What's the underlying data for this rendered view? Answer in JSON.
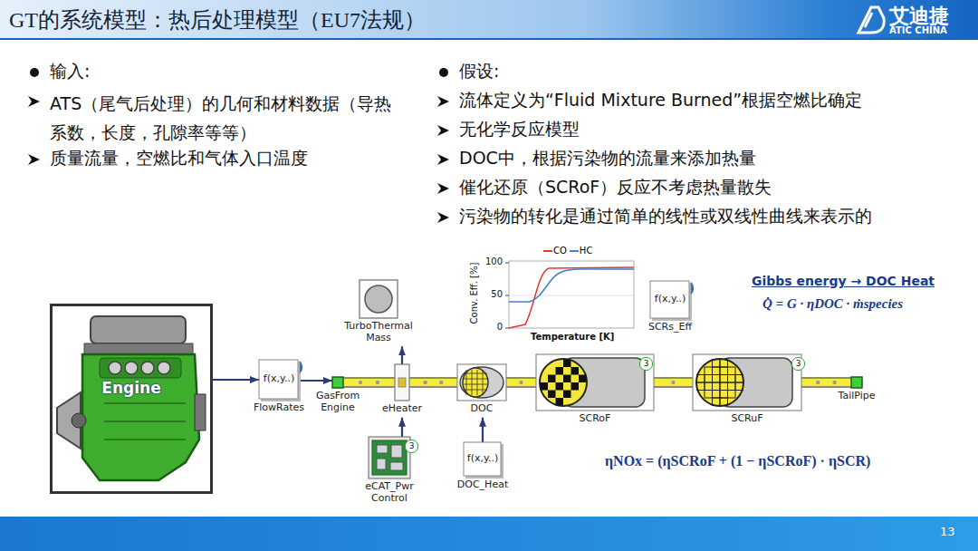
{
  "diagram": {
    "title": "GT的系统模型：热后处理模型（EU7法规）",
    "nodes": [
      {
        "text": [
          "Engine"
        ]
      },
      {
        "text": [
          "f(x,y..)",
          "FlowRates"
        ]
      },
      {
        "text": [
          "TurboThermal Mass"
        ]
      },
      {
        "text": [
          "GasFrom Engine"
        ]
      },
      {
        "text": [
          "eHeater"
        ]
      },
      {
        "text": [
          "eCAT_Pwr Control"
        ]
      },
      {
        "text": [
          "DOC"
        ]
      },
      {
        "text": [
          "f(x,y..)",
          "DOC_Heat"
        ]
      },
      {
        "text": [
          "f(x,y..)",
          "SCRs_Eff"
        ]
      },
      {
        "text": [
          "SCRoF"
        ]
      },
      {
        "text": [
          "SCRuF"
        ]
      },
      {
        "text": [
          "TailPipe"
        ]
      }
    ],
    "edges": [
      {
        "from": 0,
        "to": 1,
        "arrow": "to"
      },
      {
        "from": 1,
        "to": 3,
        "arrow": "to"
      },
      {
        "from": 3,
        "to": 4,
        "arrow": "none"
      },
      {
        "from": 4,
        "to": 2,
        "arrow": "to"
      },
      {
        "from": 5,
        "to": 4,
        "arrow": "to"
      },
      {
        "from": 4,
        "to": 6,
        "arrow": "none"
      },
      {
        "from": 7,
        "to": 6,
        "arrow": "to"
      },
      {
        "from": 6,
        "to": 9,
        "arrow": "none"
      },
      {
        "from": 9,
        "to": 10,
        "arrow": "none"
      },
      {
        "from": 10,
        "to": 11,
        "arrow": "none"
      }
    ],
    "labels": [
      "艾迪捷",
      "ATIC CHINA",
      "输入:",
      "ATS（尾气后处理）的几何和材料数据（导热系数，长度，孔隙率等等）",
      "质量流量，空燃比和气体入口温度",
      "假设:",
      "流体定义为“Fluid Mixture Burned”根据空燃比确定",
      "无化学反应模型",
      "DOC中，根据污染物的流量来添加热量",
      "催化还原（SCRoF）反应不考虑热量散失",
      "污染物的转化是通过简单的线性或双线性曲线来表示的",
      "100",
      "50",
      "0",
      "Conv. Eff. [%]",
      "Temperature [K]",
      "Gibbs energy → DOC Heat",
      "Q̇ = G · ηDOC · ṁspecies",
      "ηNOx = (ηSCRoF + (1 − ηSCRoF) · ηSCR)",
      "3",
      "3",
      "3",
      "13"
    ],
    "legend": [
      {
        "text": "CO"
      },
      {
        "text": "HC"
      }
    ]
  }
}
